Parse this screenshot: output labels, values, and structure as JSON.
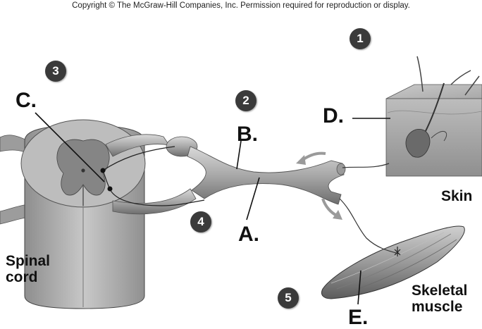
{
  "copyright": "Copyright © The McGraw-Hill Companies, Inc. Permission required for reproduction or display.",
  "labels": {
    "A": "A.",
    "B": "B.",
    "C": "C.",
    "D": "D.",
    "E": "E."
  },
  "structures": {
    "spinal_cord_line1": "Spinal",
    "spinal_cord_line2": "cord",
    "skin": "Skin",
    "skeletal_muscle_line1": "Skeletal",
    "skeletal_muscle_line2": "muscle"
  },
  "steps": [
    "1",
    "2",
    "3",
    "4",
    "5"
  ]
}
